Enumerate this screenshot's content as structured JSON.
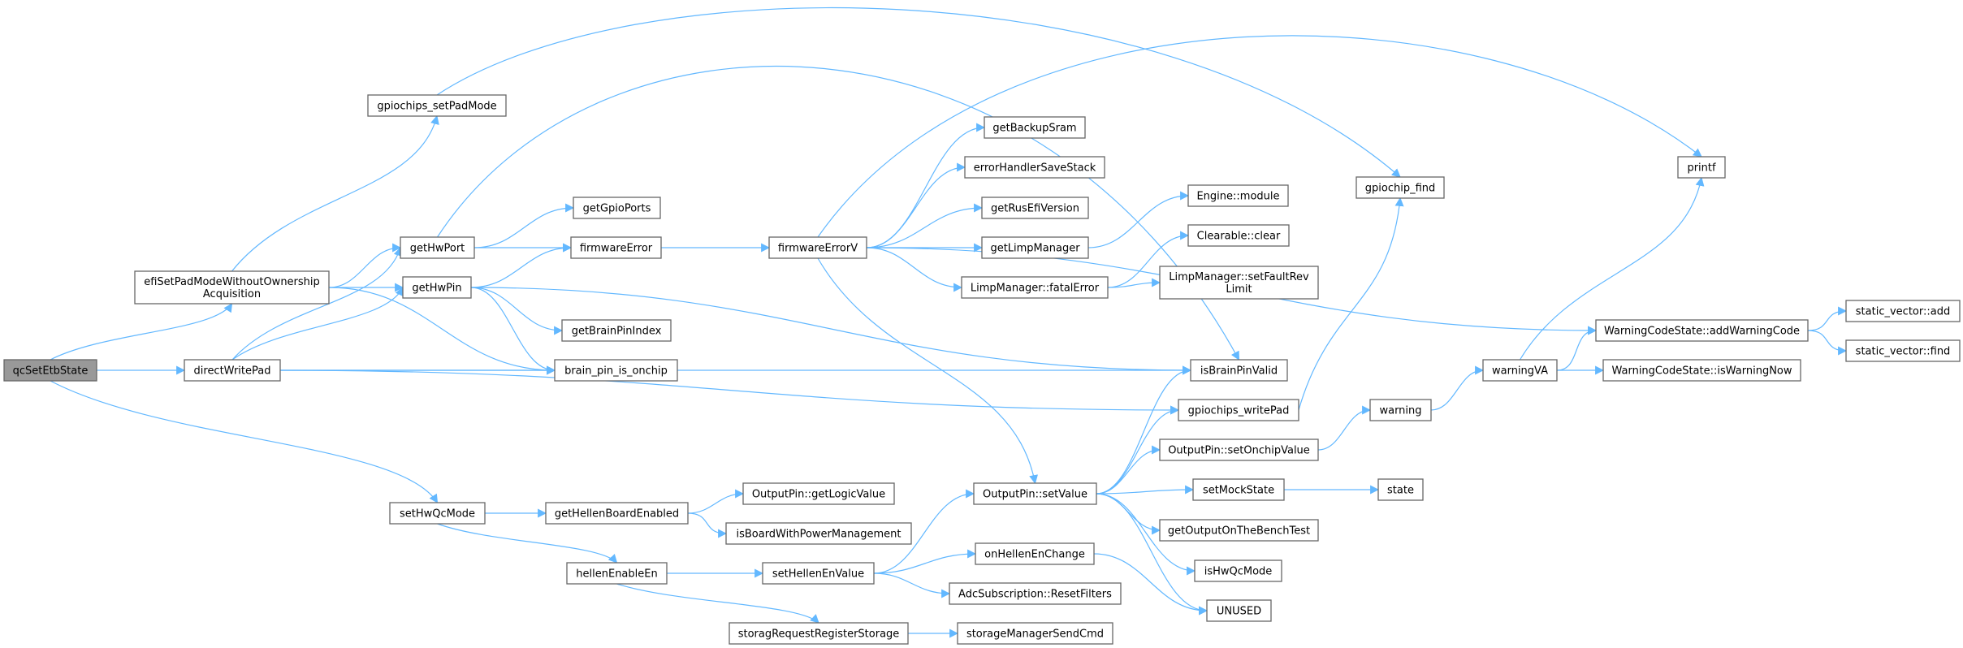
{
  "graph": {
    "type": "call-graph",
    "colors": {
      "edge": "#63b8ff",
      "node_border": "#666666",
      "root_fill": "#999999",
      "node_fill": "#ffffff"
    },
    "root": "qcSetEtbState",
    "nodes": [
      {
        "id": "qcSetEtbState",
        "lines": [
          "qcSetEtbState"
        ]
      },
      {
        "id": "efiSetPadModeWithoutOwnershipAcquisition",
        "lines": [
          "efiSetPadModeWithoutOwnership",
          "Acquisition"
        ]
      },
      {
        "id": "directWritePad",
        "lines": [
          "directWritePad"
        ]
      },
      {
        "id": "setHwQcMode",
        "lines": [
          "setHwQcMode"
        ]
      },
      {
        "id": "gpiochips_setPadMode",
        "lines": [
          "gpiochips_setPadMode"
        ]
      },
      {
        "id": "getHwPort",
        "lines": [
          "getHwPort"
        ]
      },
      {
        "id": "getHwPin",
        "lines": [
          "getHwPin"
        ]
      },
      {
        "id": "getGpioPorts",
        "lines": [
          "getGpioPorts"
        ]
      },
      {
        "id": "firmwareError",
        "lines": [
          "firmwareError"
        ]
      },
      {
        "id": "getBrainPinIndex",
        "lines": [
          "getBrainPinIndex"
        ]
      },
      {
        "id": "brain_pin_is_onchip",
        "lines": [
          "brain_pin_is_onchip"
        ]
      },
      {
        "id": "firmwareErrorV",
        "lines": [
          "firmwareErrorV"
        ]
      },
      {
        "id": "getBackupSram",
        "lines": [
          "getBackupSram"
        ]
      },
      {
        "id": "errorHandlerSaveStack",
        "lines": [
          "errorHandlerSaveStack"
        ]
      },
      {
        "id": "getRusEfiVersion",
        "lines": [
          "getRusEfiVersion"
        ]
      },
      {
        "id": "getLimpManager",
        "lines": [
          "getLimpManager"
        ]
      },
      {
        "id": "LimpManager::fatalError",
        "lines": [
          "LimpManager::fatalError"
        ]
      },
      {
        "id": "Engine::module",
        "lines": [
          "Engine::module"
        ]
      },
      {
        "id": "Clearable::clear",
        "lines": [
          "Clearable::clear"
        ]
      },
      {
        "id": "LimpManager::setFaultRevLimit",
        "lines": [
          "LimpManager::setFaultRev",
          "Limit"
        ]
      },
      {
        "id": "isBrainPinValid",
        "lines": [
          "isBrainPinValid"
        ]
      },
      {
        "id": "gpiochips_writePad",
        "lines": [
          "gpiochips_writePad"
        ]
      },
      {
        "id": "gpiochip_find",
        "lines": [
          "gpiochip_find"
        ]
      },
      {
        "id": "printf",
        "lines": [
          "printf"
        ]
      },
      {
        "id": "OutputPin::setValue",
        "lines": [
          "OutputPin::setValue"
        ]
      },
      {
        "id": "OutputPin::setOnchipValue",
        "lines": [
          "OutputPin::setOnchipValue"
        ]
      },
      {
        "id": "setMockState",
        "lines": [
          "setMockState"
        ]
      },
      {
        "id": "state",
        "lines": [
          "state"
        ]
      },
      {
        "id": "getOutputOnTheBenchTest",
        "lines": [
          "getOutputOnTheBenchTest"
        ]
      },
      {
        "id": "isHwQcMode",
        "lines": [
          "isHwQcMode"
        ]
      },
      {
        "id": "UNUSED",
        "lines": [
          "UNUSED"
        ]
      },
      {
        "id": "warning",
        "lines": [
          "warning"
        ]
      },
      {
        "id": "warningVA",
        "lines": [
          "warningVA"
        ]
      },
      {
        "id": "WarningCodeState::addWarningCode",
        "lines": [
          "WarningCodeState::addWarningCode"
        ]
      },
      {
        "id": "WarningCodeState::isWarningNow",
        "lines": [
          "WarningCodeState::isWarningNow"
        ]
      },
      {
        "id": "static_vector::add",
        "lines": [
          "static_vector::add"
        ]
      },
      {
        "id": "static_vector::find",
        "lines": [
          "static_vector::find"
        ]
      },
      {
        "id": "getHellenBoardEnabled",
        "lines": [
          "getHellenBoardEnabled"
        ]
      },
      {
        "id": "OutputPin::getLogicValue",
        "lines": [
          "OutputPin::getLogicValue"
        ]
      },
      {
        "id": "isBoardWithPowerManagement",
        "lines": [
          "isBoardWithPowerManagement"
        ]
      },
      {
        "id": "hellenEnableEn",
        "lines": [
          "hellenEnableEn"
        ]
      },
      {
        "id": "setHellenEnValue",
        "lines": [
          "setHellenEnValue"
        ]
      },
      {
        "id": "onHellenEnChange",
        "lines": [
          "onHellenEnChange"
        ]
      },
      {
        "id": "AdcSubscription::ResetFilters",
        "lines": [
          "AdcSubscription::ResetFilters"
        ]
      },
      {
        "id": "storagRequestRegisterStorage",
        "lines": [
          "storagRequestRegisterStorage"
        ]
      },
      {
        "id": "storageManagerSendCmd",
        "lines": [
          "storageManagerSendCmd"
        ]
      }
    ],
    "edges": [
      [
        "qcSetEtbState",
        "efiSetPadModeWithoutOwnershipAcquisition"
      ],
      [
        "qcSetEtbState",
        "directWritePad"
      ],
      [
        "qcSetEtbState",
        "setHwQcMode"
      ],
      [
        "efiSetPadModeWithoutOwnershipAcquisition",
        "gpiochips_setPadMode"
      ],
      [
        "efiSetPadModeWithoutOwnershipAcquisition",
        "getHwPort"
      ],
      [
        "efiSetPadModeWithoutOwnershipAcquisition",
        "getHwPin"
      ],
      [
        "efiSetPadModeWithoutOwnershipAcquisition",
        "brain_pin_is_onchip"
      ],
      [
        "gpiochips_setPadMode",
        "gpiochip_find"
      ],
      [
        "getHwPort",
        "getGpioPorts"
      ],
      [
        "getHwPort",
        "firmwareError"
      ],
      [
        "getHwPort",
        "isBrainPinValid"
      ],
      [
        "getHwPin",
        "firmwareError"
      ],
      [
        "getHwPin",
        "getBrainPinIndex"
      ],
      [
        "getHwPin",
        "brain_pin_is_onchip"
      ],
      [
        "getHwPin",
        "isBrainPinValid"
      ],
      [
        "directWritePad",
        "getHwPort"
      ],
      [
        "directWritePad",
        "getHwPin"
      ],
      [
        "directWritePad",
        "brain_pin_is_onchip"
      ],
      [
        "directWritePad",
        "isBrainPinValid"
      ],
      [
        "directWritePad",
        "gpiochips_writePad"
      ],
      [
        "firmwareError",
        "firmwareErrorV"
      ],
      [
        "firmwareErrorV",
        "getBackupSram"
      ],
      [
        "firmwareErrorV",
        "errorHandlerSaveStack"
      ],
      [
        "firmwareErrorV",
        "getRusEfiVersion"
      ],
      [
        "firmwareErrorV",
        "getLimpManager"
      ],
      [
        "firmwareErrorV",
        "LimpManager::fatalError"
      ],
      [
        "firmwareErrorV",
        "printf"
      ],
      [
        "firmwareErrorV",
        "OutputPin::setValue"
      ],
      [
        "firmwareErrorV",
        "WarningCodeState::addWarningCode"
      ],
      [
        "getLimpManager",
        "Engine::module"
      ],
      [
        "LimpManager::fatalError",
        "Clearable::clear"
      ],
      [
        "LimpManager::fatalError",
        "LimpManager::setFaultRevLimit"
      ],
      [
        "gpiochips_writePad",
        "gpiochip_find"
      ],
      [
        "OutputPin::setValue",
        "isBrainPinValid"
      ],
      [
        "OutputPin::setValue",
        "gpiochips_writePad"
      ],
      [
        "OutputPin::setValue",
        "OutputPin::setOnchipValue"
      ],
      [
        "OutputPin::setValue",
        "setMockState"
      ],
      [
        "OutputPin::setValue",
        "getOutputOnTheBenchTest"
      ],
      [
        "OutputPin::setValue",
        "isHwQcMode"
      ],
      [
        "OutputPin::setValue",
        "UNUSED"
      ],
      [
        "OutputPin::setOnchipValue",
        "warning"
      ],
      [
        "setMockState",
        "state"
      ],
      [
        "warning",
        "warningVA"
      ],
      [
        "warningVA",
        "printf"
      ],
      [
        "warningVA",
        "WarningCodeState::addWarningCode"
      ],
      [
        "warningVA",
        "WarningCodeState::isWarningNow"
      ],
      [
        "WarningCodeState::addWarningCode",
        "static_vector::add"
      ],
      [
        "WarningCodeState::addWarningCode",
        "static_vector::find"
      ],
      [
        "setHwQcMode",
        "getHellenBoardEnabled"
      ],
      [
        "setHwQcMode",
        "hellenEnableEn"
      ],
      [
        "getHellenBoardEnabled",
        "OutputPin::getLogicValue"
      ],
      [
        "getHellenBoardEnabled",
        "isBoardWithPowerManagement"
      ],
      [
        "hellenEnableEn",
        "setHellenEnValue"
      ],
      [
        "hellenEnableEn",
        "storagRequestRegisterStorage"
      ],
      [
        "setHellenEnValue",
        "OutputPin::setValue"
      ],
      [
        "setHellenEnValue",
        "onHellenEnChange"
      ],
      [
        "setHellenEnValue",
        "AdcSubscription::ResetFilters"
      ],
      [
        "onHellenEnChange",
        "UNUSED"
      ],
      [
        "storagRequestRegisterStorage",
        "storageManagerSendCmd"
      ]
    ]
  }
}
